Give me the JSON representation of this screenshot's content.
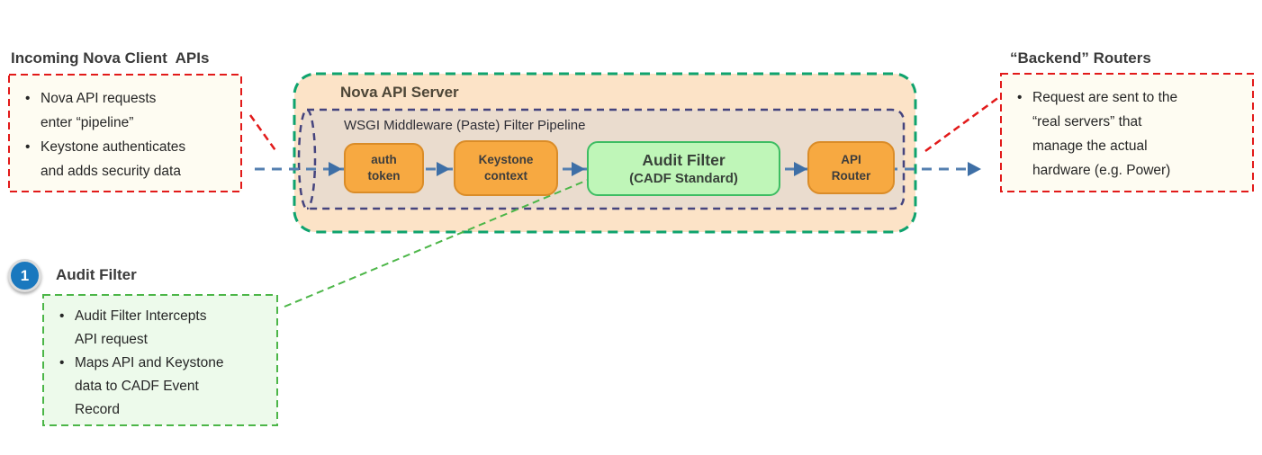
{
  "colors": {
    "nova_fill": "#FCE3C7",
    "nova_border": "#0FA36E",
    "pipeline_fill": "#EADCCE",
    "pipeline_border": "#45447E",
    "stage_orange_fill": "#F7A941",
    "stage_orange_border": "#DA8C28",
    "audit_green_fill": "#BFF6B8",
    "audit_green_border": "#3DBD62",
    "flow_blue": "#5580B0",
    "arrowhead_blue": "#3E6FA6",
    "callout_red_border": "#E21A1A",
    "callout_cream_fill": "#FEFCF2",
    "callout_green_border": "#4CB648",
    "callout_green_fill": "#EDFAEB",
    "badge_blue": "#1A78BE"
  },
  "left_callout": {
    "title": "Incoming Nova Client  APIs",
    "bullets": [
      "Nova API requests\nenter “pipeline”",
      "Keystone authenticates\nand adds security data"
    ]
  },
  "server": {
    "title": "Nova API Server",
    "pipeline_title": "WSGI Middleware (Paste) Filter Pipeline",
    "stages": [
      {
        "line1": "auth",
        "line2": "token"
      },
      {
        "line1": "Keystone",
        "line2": "context"
      },
      {
        "line1": "Audit Filter",
        "line2": "(CADF Standard)"
      },
      {
        "line1": "API",
        "line2": "Router"
      }
    ]
  },
  "right_callout": {
    "title": "“Backend” Routers",
    "bullets": [
      "Request are sent to the\n“real servers” that\nmanage the actual\nhardware (e.g. Power)"
    ]
  },
  "note": {
    "badge": "1",
    "title": "Audit Filter",
    "bullets": [
      "Audit Filter Intercepts\nAPI request",
      "Maps API and Keystone\ndata to CADF Event\nRecord"
    ]
  }
}
